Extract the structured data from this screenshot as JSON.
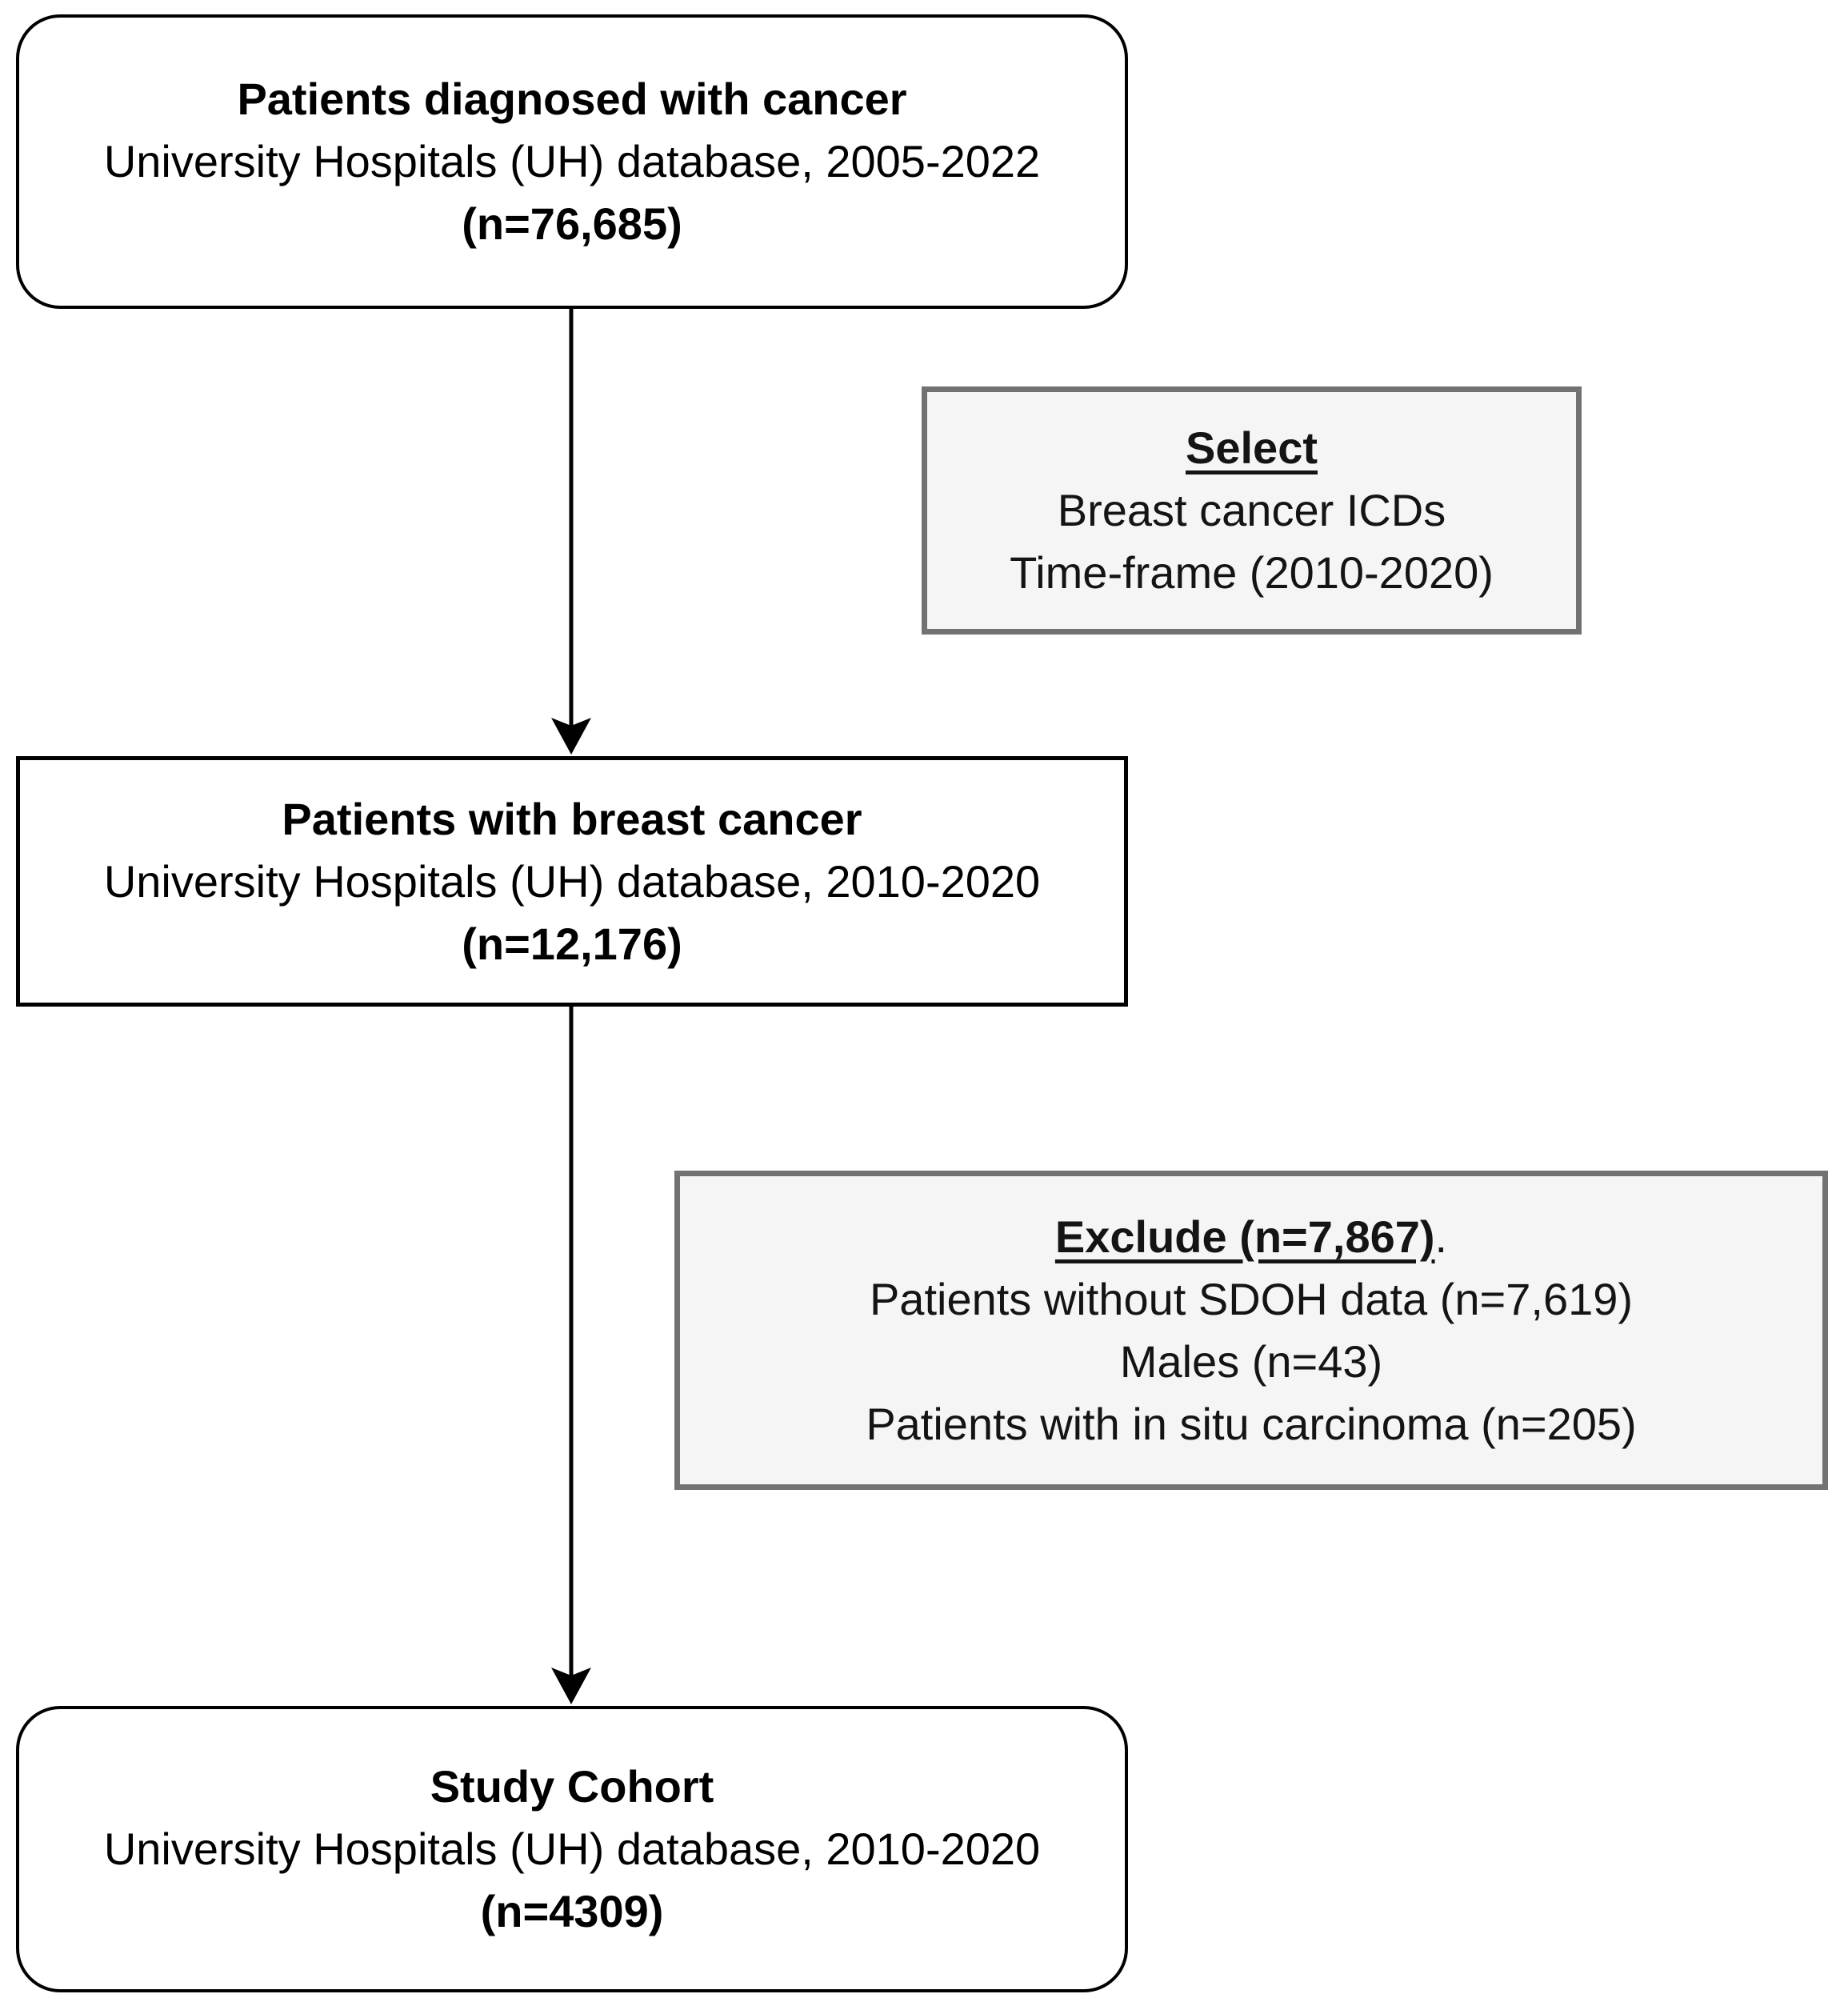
{
  "page": {
    "background": "#ffffff"
  },
  "colors": {
    "flow_box_border": "#000000",
    "flow_box_bg": "#ffffff",
    "note_box_border": "#727272",
    "note_box_bg": "#f5f5f5",
    "text": "#000000",
    "arrow": "#000000"
  },
  "flowchart": {
    "boxes": [
      {
        "title": "Patients diagnosed with cancer",
        "subtitle": "University Hospitals (UH) database, 2005-2022",
        "count": "(n=76,685)"
      },
      {
        "title": "Patients with breast cancer",
        "subtitle": "University Hospitals (UH) database, 2010-2020",
        "count": "(n=12,176)"
      },
      {
        "title": "Study Cohort",
        "subtitle": "University Hospitals (UH) database, 2010-2020",
        "count": "(n=4309)"
      }
    ],
    "notes": [
      {
        "heading": "Select",
        "heading_suffix": "",
        "lines": [
          "Breast cancer ICDs",
          "Time-frame (2010-2020)"
        ]
      },
      {
        "heading": "Exclude (n=7,867)",
        "heading_suffix": ".",
        "lines": [
          "Patients without SDOH data (n=7,619)",
          "Males (n=43)",
          "Patients with in situ carcinoma (n=205)"
        ]
      }
    ]
  }
}
